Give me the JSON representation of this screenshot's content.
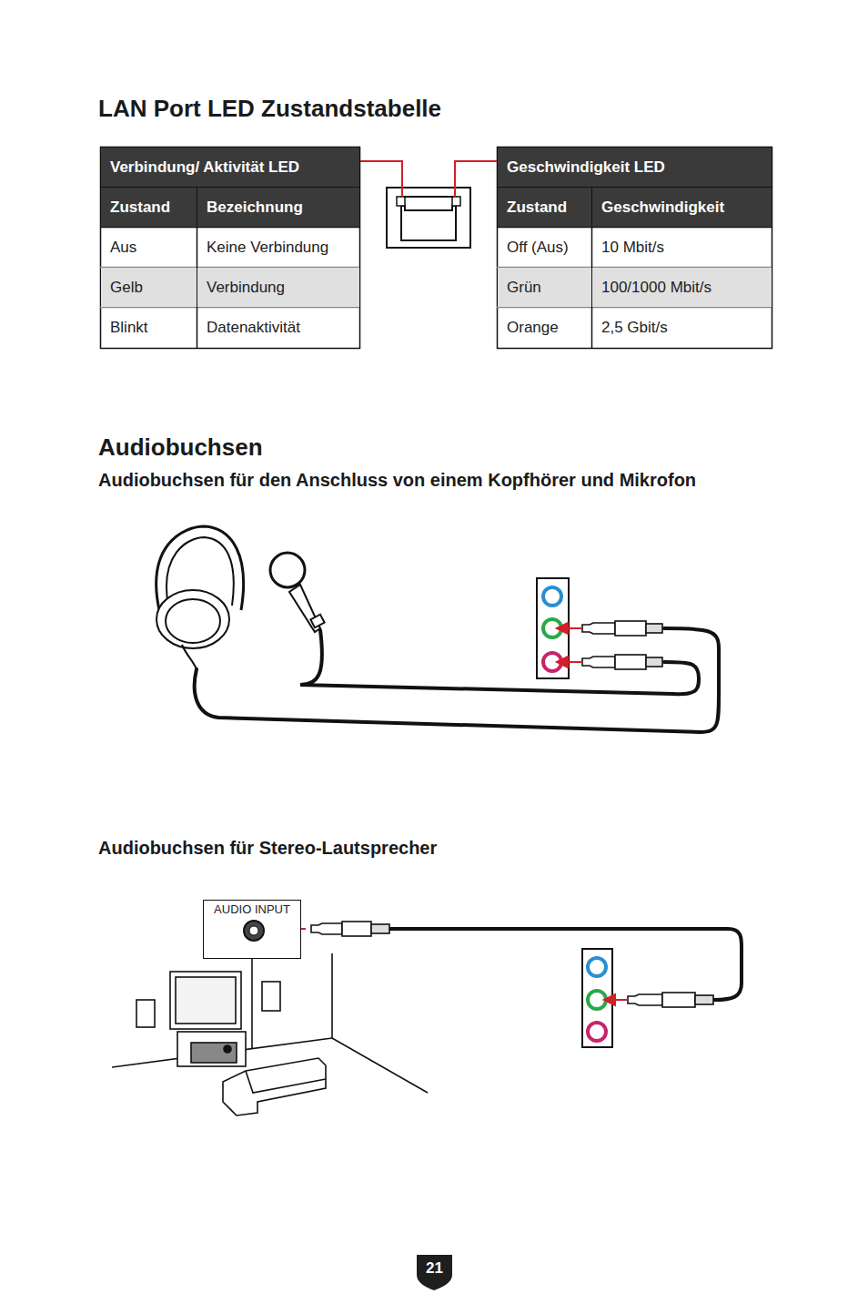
{
  "diagram": {
    "title": "LAN Port LED Zustandstabelle",
    "nodes": [
      {
        "text": [
          "AUDIO INPUT"
        ]
      },
      {
        "text": [
          "21"
        ]
      }
    ],
    "labels": [
      "Verbindung/ Aktivität LED",
      "Zustand",
      "Bezeichnung",
      "Aus",
      "Keine Verbindung",
      "Gelb",
      "Verbindung",
      "Blinkt",
      "Datenaktivität",
      "Geschwindigkeit LED",
      "Zustand",
      "Geschwindigkeit",
      "Off (Aus)",
      "10 Mbit/s",
      "Grün",
      "100/1000 Mbit/s",
      "Orange",
      "2,5 Gbit/s",
      "Audiobuchsen",
      "Audiobuchsen für den Anschluss von einem Kopfhörer und Mikrofon",
      "Audiobuchsen für Stereo-Lautsprecher"
    ]
  }
}
